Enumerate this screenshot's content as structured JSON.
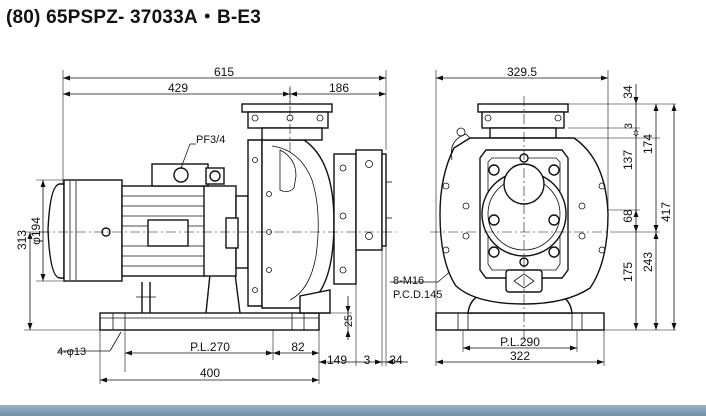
{
  "title": "(80) 65PSPZ- 37033A・B-E3",
  "side_view": {
    "dimensions": {
      "total_length": "615",
      "front_length": "429",
      "rear_length": "186",
      "shaft_height": "313",
      "motor_diameter": "φ194",
      "base_height": "25",
      "bolt_pitch": "P.L.270",
      "bolt_offset": "82",
      "base_to_flange": "149",
      "gap": "3",
      "flange_thickness": "34",
      "base_length": "400"
    },
    "labels": {
      "port": "PF3/4",
      "holes": "4-φ13",
      "flange_bolts": "8-M16",
      "pcd": "P.C.D.145"
    }
  },
  "front_view": {
    "dimensions": {
      "width": "329.5",
      "top_flange": "34",
      "gap": "3",
      "upper_a": "137",
      "upper_b": "174",
      "mid": "68",
      "lower_a": "175",
      "lower_b": "243",
      "total_height": "417",
      "bolt_pitch": "P.L.290",
      "base_width": "322"
    }
  },
  "colors": {
    "line": "#111111",
    "bottom_bar": "#7d97ad"
  }
}
